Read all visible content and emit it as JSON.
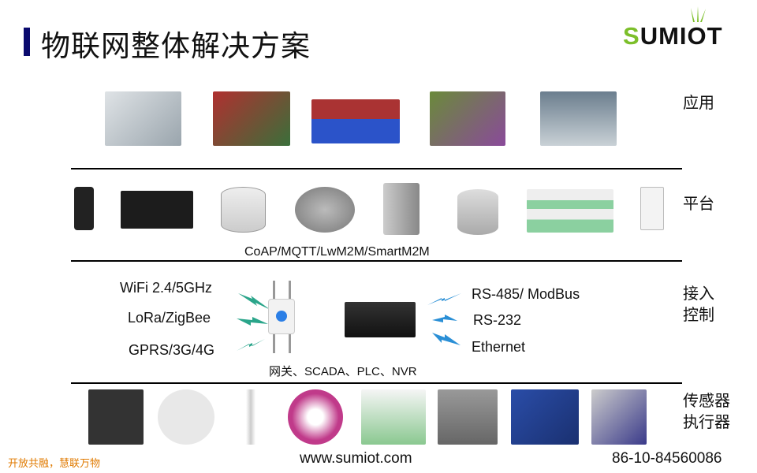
{
  "header": {
    "title": "物联网整体解决方案",
    "logo": "SUMIOT"
  },
  "layers": {
    "application": "应用",
    "platform": "平台",
    "access_1": "接入",
    "access_2": "控制",
    "sensor_1": "传感器",
    "sensor_2": "执行器"
  },
  "platform": {
    "protocols": "CoAP/MQTT/LwM2M/SmartM2M"
  },
  "access": {
    "wireless": [
      "WiFi 2.4/5GHz",
      "LoRa/ZigBee",
      "GPRS/3G/4G"
    ],
    "wired": [
      "RS-485/ ModBus",
      "RS-232",
      "Ethernet"
    ],
    "gateway_caption": "网关、SCADA、PLC、NVR"
  },
  "footer": {
    "slogan": "开放共融，慧联万物",
    "website": "www.sumiot.com",
    "phone": "86-10-84560086"
  },
  "colors": {
    "title_bar": "#0a0a6e",
    "logo_green": "#7cbf2a",
    "slogan": "#e07a00",
    "wireless_bolt": "#2aa58a",
    "wired_bolt": "#2a8fd6"
  }
}
